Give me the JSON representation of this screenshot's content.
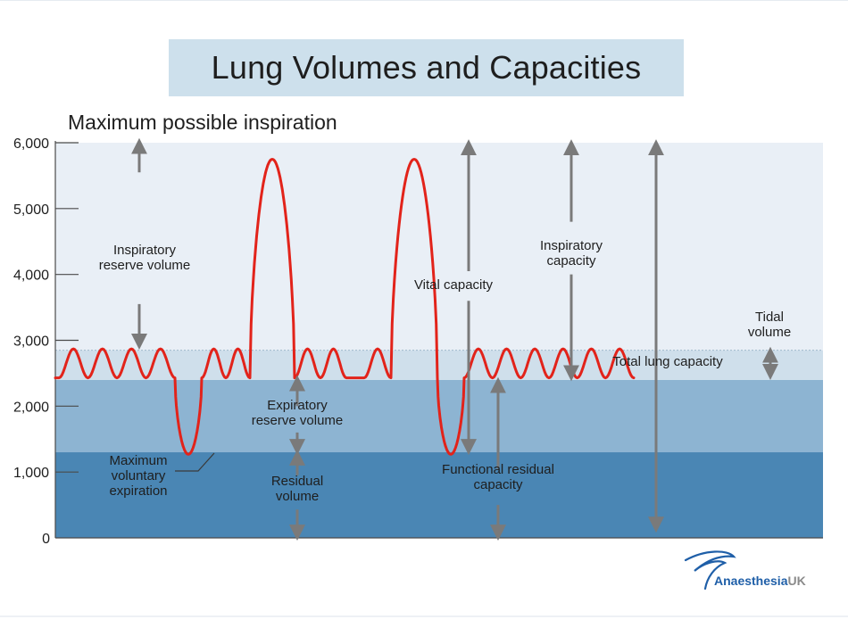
{
  "title": "Lung Volumes and Capacities",
  "subtitle": "Maximum possible inspiration",
  "axis": {
    "ticks": [
      {
        "value": 6000,
        "label": "6,000"
      },
      {
        "value": 5000,
        "label": "5,000"
      },
      {
        "value": 4000,
        "label": "4,000"
      },
      {
        "value": 3000,
        "label": "3,000"
      },
      {
        "value": 2000,
        "label": "2,000"
      },
      {
        "value": 1000,
        "label": "1,000"
      },
      {
        "value": 0,
        "label": "0"
      }
    ],
    "range": [
      0,
      6000
    ]
  },
  "bands": [
    {
      "name": "residual-volume-band",
      "from": 0,
      "to": 1300,
      "color": "#4a86b4"
    },
    {
      "name": "expiratory-reserve-band",
      "from": 1300,
      "to": 2400,
      "color": "#8db4d2"
    },
    {
      "name": "tidal-band",
      "from": 2400,
      "to": 2850,
      "color": "#cfdfeb"
    },
    {
      "name": "inspiratory-reserve-band",
      "from": 2850,
      "to": 6000,
      "color": "#e9eff6"
    }
  ],
  "colors": {
    "trace": "#e2231a",
    "arrow": "#7a7a7a",
    "text": "#1e1e1e",
    "logo_blue": "#1f5fa8",
    "logo_grey": "#8a8a8a"
  },
  "labels": {
    "irv_line1": "Inspiratory",
    "irv_line2": "reserve volume",
    "vital_capacity": "Vital capacity",
    "ic_line1": "Inspiratory",
    "ic_line2": "capacity",
    "tidal_line1": "Tidal",
    "tidal_line2": "volume",
    "total_lung_capacity": "Total lung capacity",
    "erv_line1": "Expiratory",
    "erv_line2": "reserve volume",
    "mve_line1": "Maximum",
    "mve_line2": "voluntary",
    "mve_line3": "expiration",
    "rv_line1": "Residual",
    "rv_line2": "volume",
    "frc_line1": "Functional residual",
    "frc_line2": "capacity"
  },
  "trace": {
    "description_points": "sequence of breathing cycles",
    "tidal_low": 2430,
    "tidal_high": 2870,
    "max_inspiration": 5750,
    "max_expiration": 1270
  },
  "logo": {
    "part1": "Anaesthesia",
    "part2": "UK"
  }
}
